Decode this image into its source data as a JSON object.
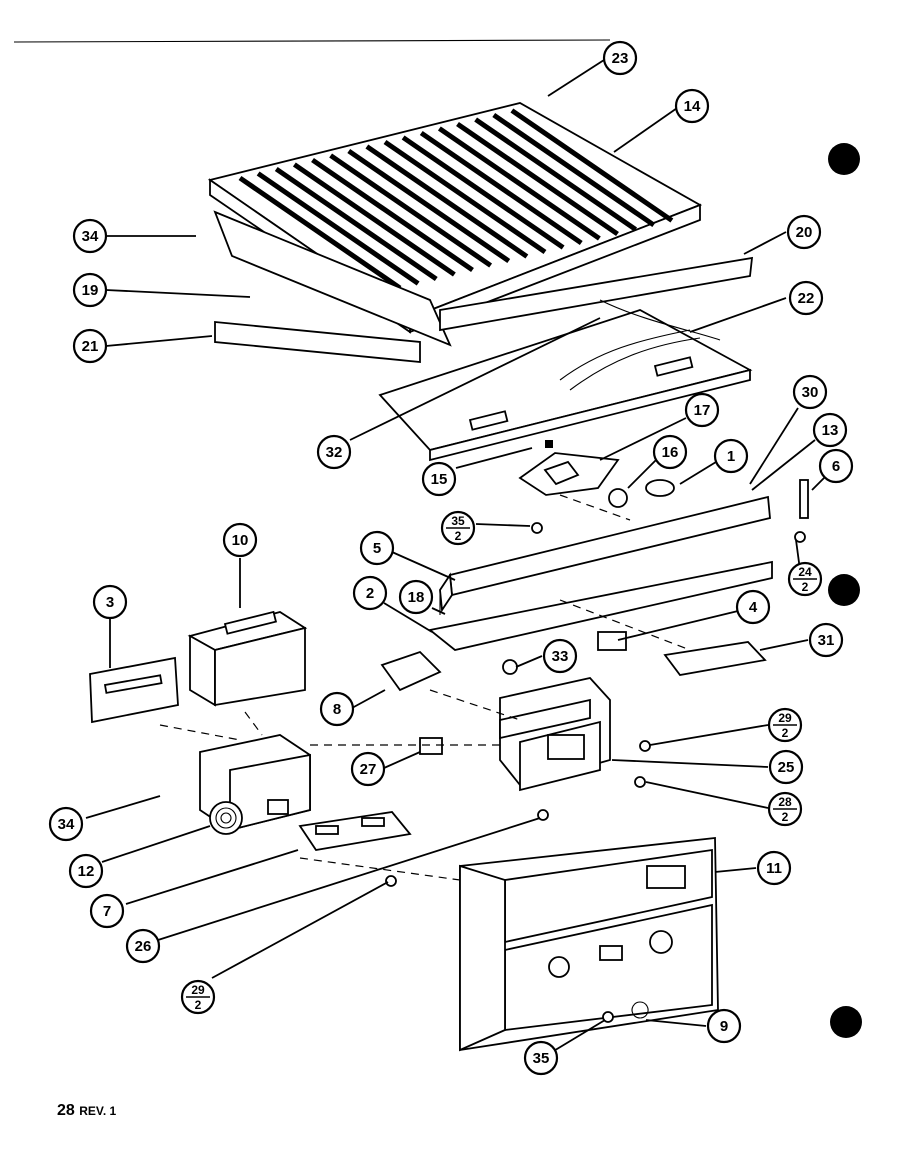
{
  "footer": {
    "page": "28",
    "revision": "REV. 1"
  },
  "parts": [
    {
      "label": "23",
      "fraction": false
    },
    {
      "label": "14",
      "fraction": false
    },
    {
      "label": "34",
      "fraction": false
    },
    {
      "label": "20",
      "fraction": false
    },
    {
      "label": "19",
      "fraction": false
    },
    {
      "label": "22",
      "fraction": false
    },
    {
      "label": "21",
      "fraction": false
    },
    {
      "label": "30",
      "fraction": false
    },
    {
      "label": "13",
      "fraction": false
    },
    {
      "label": "17",
      "fraction": false
    },
    {
      "label": "32",
      "fraction": false
    },
    {
      "label": "16",
      "fraction": false
    },
    {
      "label": "1",
      "fraction": false
    },
    {
      "label": "6",
      "fraction": false
    },
    {
      "label": "15",
      "fraction": false
    },
    {
      "label": "35",
      "denominator": "2",
      "fraction": true
    },
    {
      "label": "24",
      "denominator": "2",
      "fraction": true
    },
    {
      "label": "10",
      "fraction": false
    },
    {
      "label": "5",
      "fraction": false
    },
    {
      "label": "3",
      "fraction": false
    },
    {
      "label": "2",
      "fraction": false
    },
    {
      "label": "18",
      "fraction": false
    },
    {
      "label": "4",
      "fraction": false
    },
    {
      "label": "31",
      "fraction": false
    },
    {
      "label": "33",
      "fraction": false
    },
    {
      "label": "8",
      "fraction": false
    },
    {
      "label": "29",
      "denominator": "2",
      "fraction": true
    },
    {
      "label": "27",
      "fraction": false
    },
    {
      "label": "25",
      "fraction": false
    },
    {
      "label": "34",
      "fraction": false
    },
    {
      "label": "28",
      "denominator": "2",
      "fraction": true
    },
    {
      "label": "12",
      "fraction": false
    },
    {
      "label": "11",
      "fraction": false
    },
    {
      "label": "7",
      "fraction": false
    },
    {
      "label": "26",
      "fraction": false
    },
    {
      "label": "29",
      "denominator": "2",
      "fraction": true
    },
    {
      "label": "9",
      "fraction": false
    },
    {
      "label": "35",
      "fraction": false
    }
  ]
}
